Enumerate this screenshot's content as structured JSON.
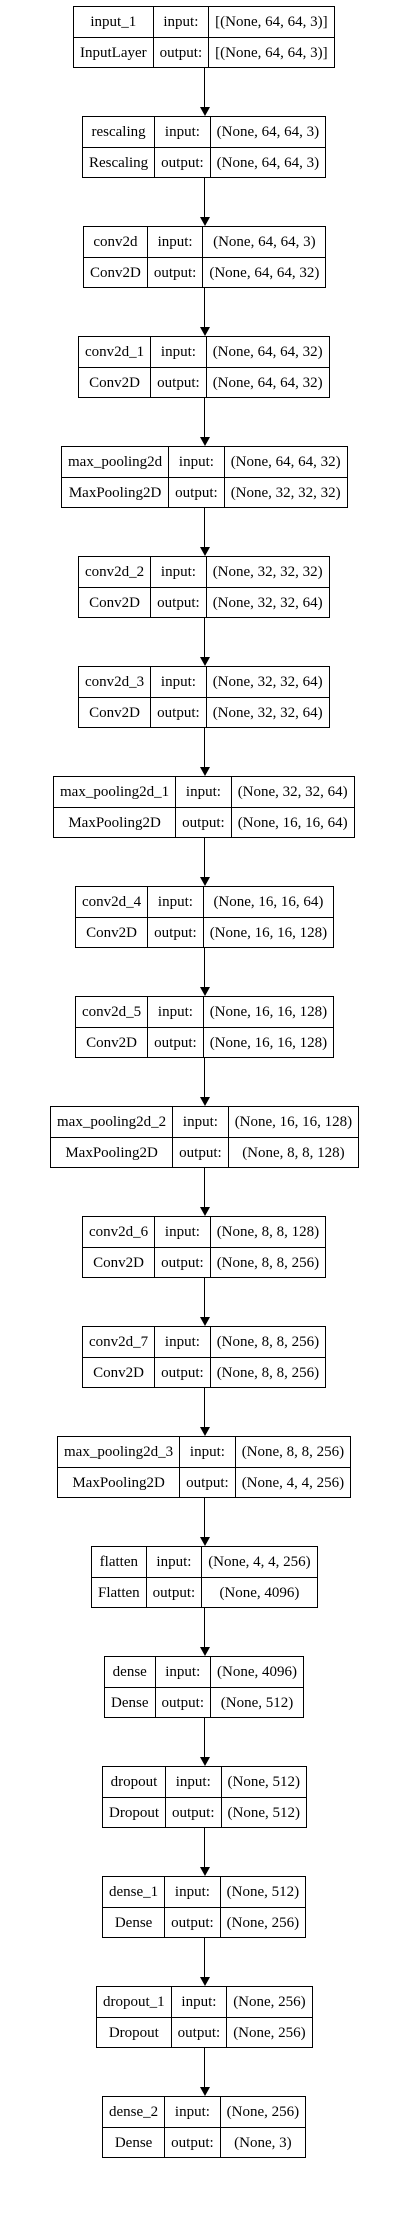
{
  "labels": {
    "input": "input:",
    "output": "output:"
  },
  "layers": [
    {
      "name": "input_1",
      "type": "InputLayer",
      "input": "[(None, 64, 64, 3)]",
      "output": "[(None, 64, 64, 3)]"
    },
    {
      "name": "rescaling",
      "type": "Rescaling",
      "input": "(None, 64, 64, 3)",
      "output": "(None, 64, 64, 3)"
    },
    {
      "name": "conv2d",
      "type": "Conv2D",
      "input": "(None, 64, 64, 3)",
      "output": "(None, 64, 64, 32)"
    },
    {
      "name": "conv2d_1",
      "type": "Conv2D",
      "input": "(None, 64, 64, 32)",
      "output": "(None, 64, 64, 32)"
    },
    {
      "name": "max_pooling2d",
      "type": "MaxPooling2D",
      "input": "(None, 64, 64, 32)",
      "output": "(None, 32, 32, 32)"
    },
    {
      "name": "conv2d_2",
      "type": "Conv2D",
      "input": "(None, 32, 32, 32)",
      "output": "(None, 32, 32, 64)"
    },
    {
      "name": "conv2d_3",
      "type": "Conv2D",
      "input": "(None, 32, 32, 64)",
      "output": "(None, 32, 32, 64)"
    },
    {
      "name": "max_pooling2d_1",
      "type": "MaxPooling2D",
      "input": "(None, 32, 32, 64)",
      "output": "(None, 16, 16, 64)"
    },
    {
      "name": "conv2d_4",
      "type": "Conv2D",
      "input": "(None, 16, 16, 64)",
      "output": "(None, 16, 16, 128)"
    },
    {
      "name": "conv2d_5",
      "type": "Conv2D",
      "input": "(None, 16, 16, 128)",
      "output": "(None, 16, 16, 128)"
    },
    {
      "name": "max_pooling2d_2",
      "type": "MaxPooling2D",
      "input": "(None, 16, 16, 128)",
      "output": "(None, 8, 8, 128)"
    },
    {
      "name": "conv2d_6",
      "type": "Conv2D",
      "input": "(None, 8, 8, 128)",
      "output": "(None, 8, 8, 256)"
    },
    {
      "name": "conv2d_7",
      "type": "Conv2D",
      "input": "(None, 8, 8, 256)",
      "output": "(None, 8, 8, 256)"
    },
    {
      "name": "max_pooling2d_3",
      "type": "MaxPooling2D",
      "input": "(None, 8, 8, 256)",
      "output": "(None, 4, 4, 256)"
    },
    {
      "name": "flatten",
      "type": "Flatten",
      "input": "(None, 4, 4, 256)",
      "output": "(None, 4096)"
    },
    {
      "name": "dense",
      "type": "Dense",
      "input": "(None, 4096)",
      "output": "(None, 512)"
    },
    {
      "name": "dropout",
      "type": "Dropout",
      "input": "(None, 512)",
      "output": "(None, 512)"
    },
    {
      "name": "dense_1",
      "type": "Dense",
      "input": "(None, 512)",
      "output": "(None, 256)"
    },
    {
      "name": "dropout_1",
      "type": "Dropout",
      "input": "(None, 256)",
      "output": "(None, 256)"
    },
    {
      "name": "dense_2",
      "type": "Dense",
      "input": "(None, 256)",
      "output": "(None, 3)"
    }
  ]
}
